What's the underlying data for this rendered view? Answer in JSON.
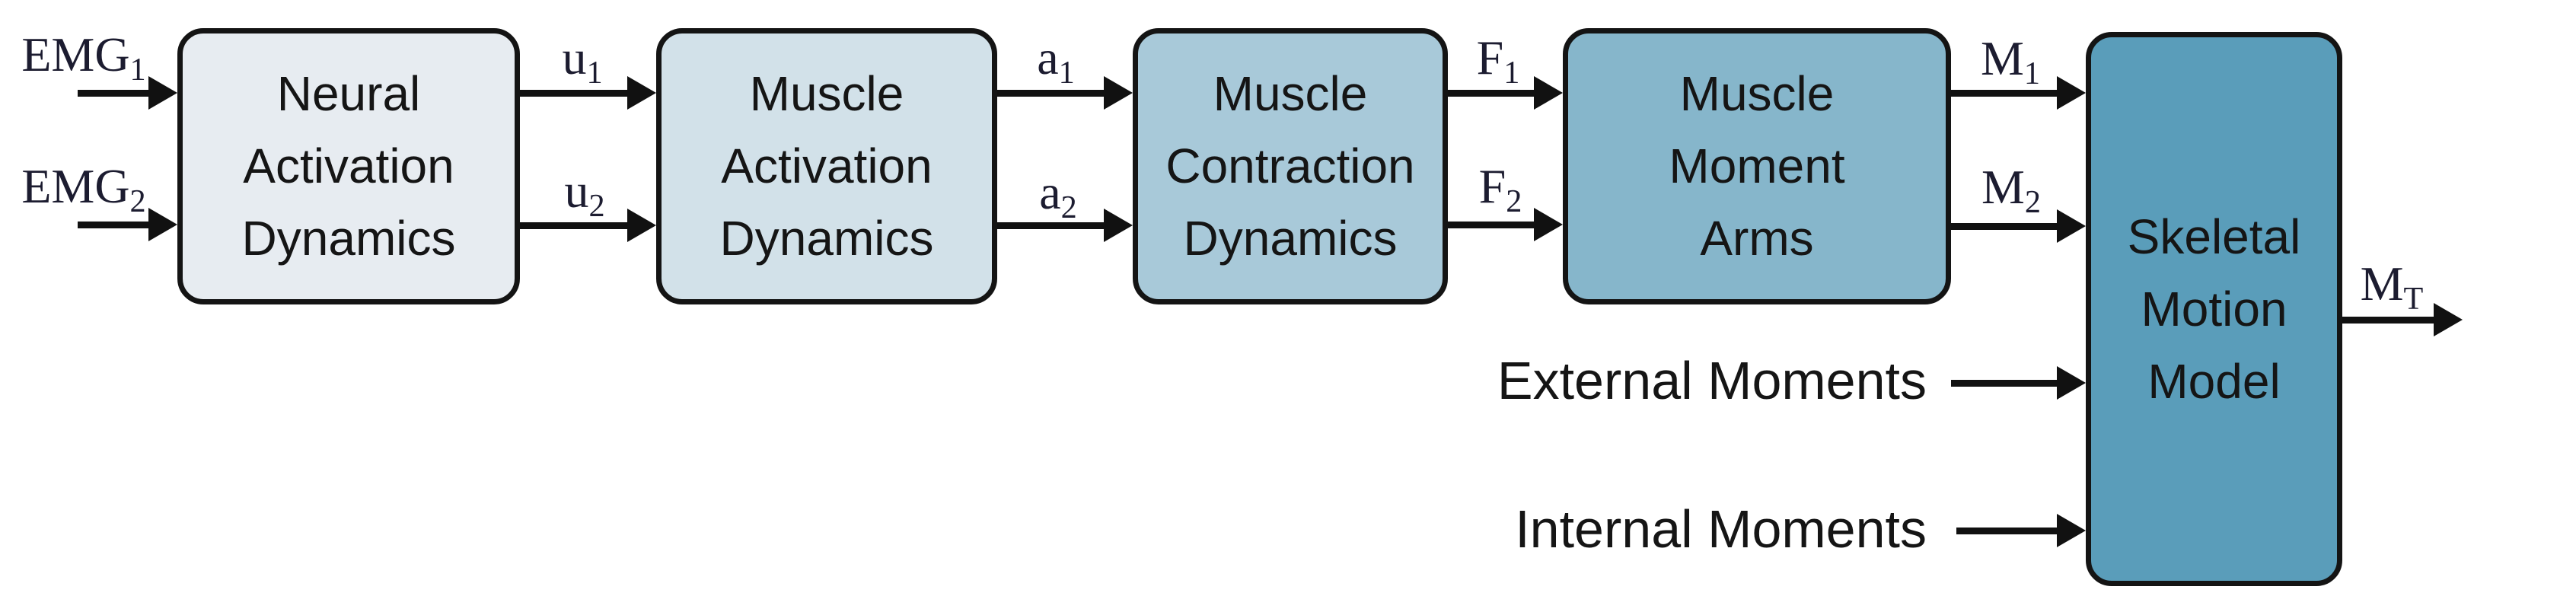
{
  "diagram": {
    "boxes": [
      {
        "id": "neural-activation-dynamics",
        "label": "Neural Activation Dynamics",
        "fill": "#e7ecf1"
      },
      {
        "id": "muscle-activation-dynamics",
        "label": "Muscle Activation Dynamics",
        "fill": "#d2e1e9"
      },
      {
        "id": "muscle-contraction-dynamics",
        "label": "Muscle Contraction Dynamics",
        "fill": "#a8c9d9"
      },
      {
        "id": "muscle-moment-arms",
        "label": "Muscle Moment Arms",
        "fill": "#86b6cb"
      },
      {
        "id": "skeletal-motion-model",
        "label": "Skeletal Motion Model",
        "fill": "#5a9dba"
      }
    ],
    "signals": {
      "emg1": {
        "main": "EMG",
        "sub": "1"
      },
      "emg2": {
        "main": "EMG",
        "sub": "2"
      },
      "u1": {
        "main": "u",
        "sub": "1"
      },
      "u2": {
        "main": "u",
        "sub": "2"
      },
      "a1": {
        "main": "a",
        "sub": "1"
      },
      "a2": {
        "main": "a",
        "sub": "2"
      },
      "f1": {
        "main": "F",
        "sub": "1"
      },
      "f2": {
        "main": "F",
        "sub": "2"
      },
      "m1": {
        "main": "M",
        "sub": "1"
      },
      "m2": {
        "main": "M",
        "sub": "2"
      },
      "mt": {
        "main": "M",
        "sub": "T"
      }
    },
    "inputs": {
      "external_moments": "External Moments",
      "internal_moments": "Internal Moments"
    },
    "connections": [
      {
        "signal": "EMG1",
        "from": "input",
        "to": "neural-activation-dynamics"
      },
      {
        "signal": "EMG2",
        "from": "input",
        "to": "neural-activation-dynamics"
      },
      {
        "signal": "u1",
        "from": "neural-activation-dynamics",
        "to": "muscle-activation-dynamics"
      },
      {
        "signal": "u2",
        "from": "neural-activation-dynamics",
        "to": "muscle-activation-dynamics"
      },
      {
        "signal": "a1",
        "from": "muscle-activation-dynamics",
        "to": "muscle-contraction-dynamics"
      },
      {
        "signal": "a2",
        "from": "muscle-activation-dynamics",
        "to": "muscle-contraction-dynamics"
      },
      {
        "signal": "F1",
        "from": "muscle-contraction-dynamics",
        "to": "muscle-moment-arms"
      },
      {
        "signal": "F2",
        "from": "muscle-contraction-dynamics",
        "to": "muscle-moment-arms"
      },
      {
        "signal": "M1",
        "from": "muscle-moment-arms",
        "to": "skeletal-motion-model"
      },
      {
        "signal": "M2",
        "from": "muscle-moment-arms",
        "to": "skeletal-motion-model"
      },
      {
        "signal": "External Moments",
        "from": "input",
        "to": "skeletal-motion-model"
      },
      {
        "signal": "Internal Moments",
        "from": "input",
        "to": "skeletal-motion-model"
      },
      {
        "signal": "MT",
        "from": "skeletal-motion-model",
        "to": "output"
      }
    ],
    "colors": {
      "background": "#ffffff",
      "box_border": "#141414",
      "arrow": "#111111",
      "box_text": "#151515",
      "signal_text": "#1c1c30"
    }
  }
}
